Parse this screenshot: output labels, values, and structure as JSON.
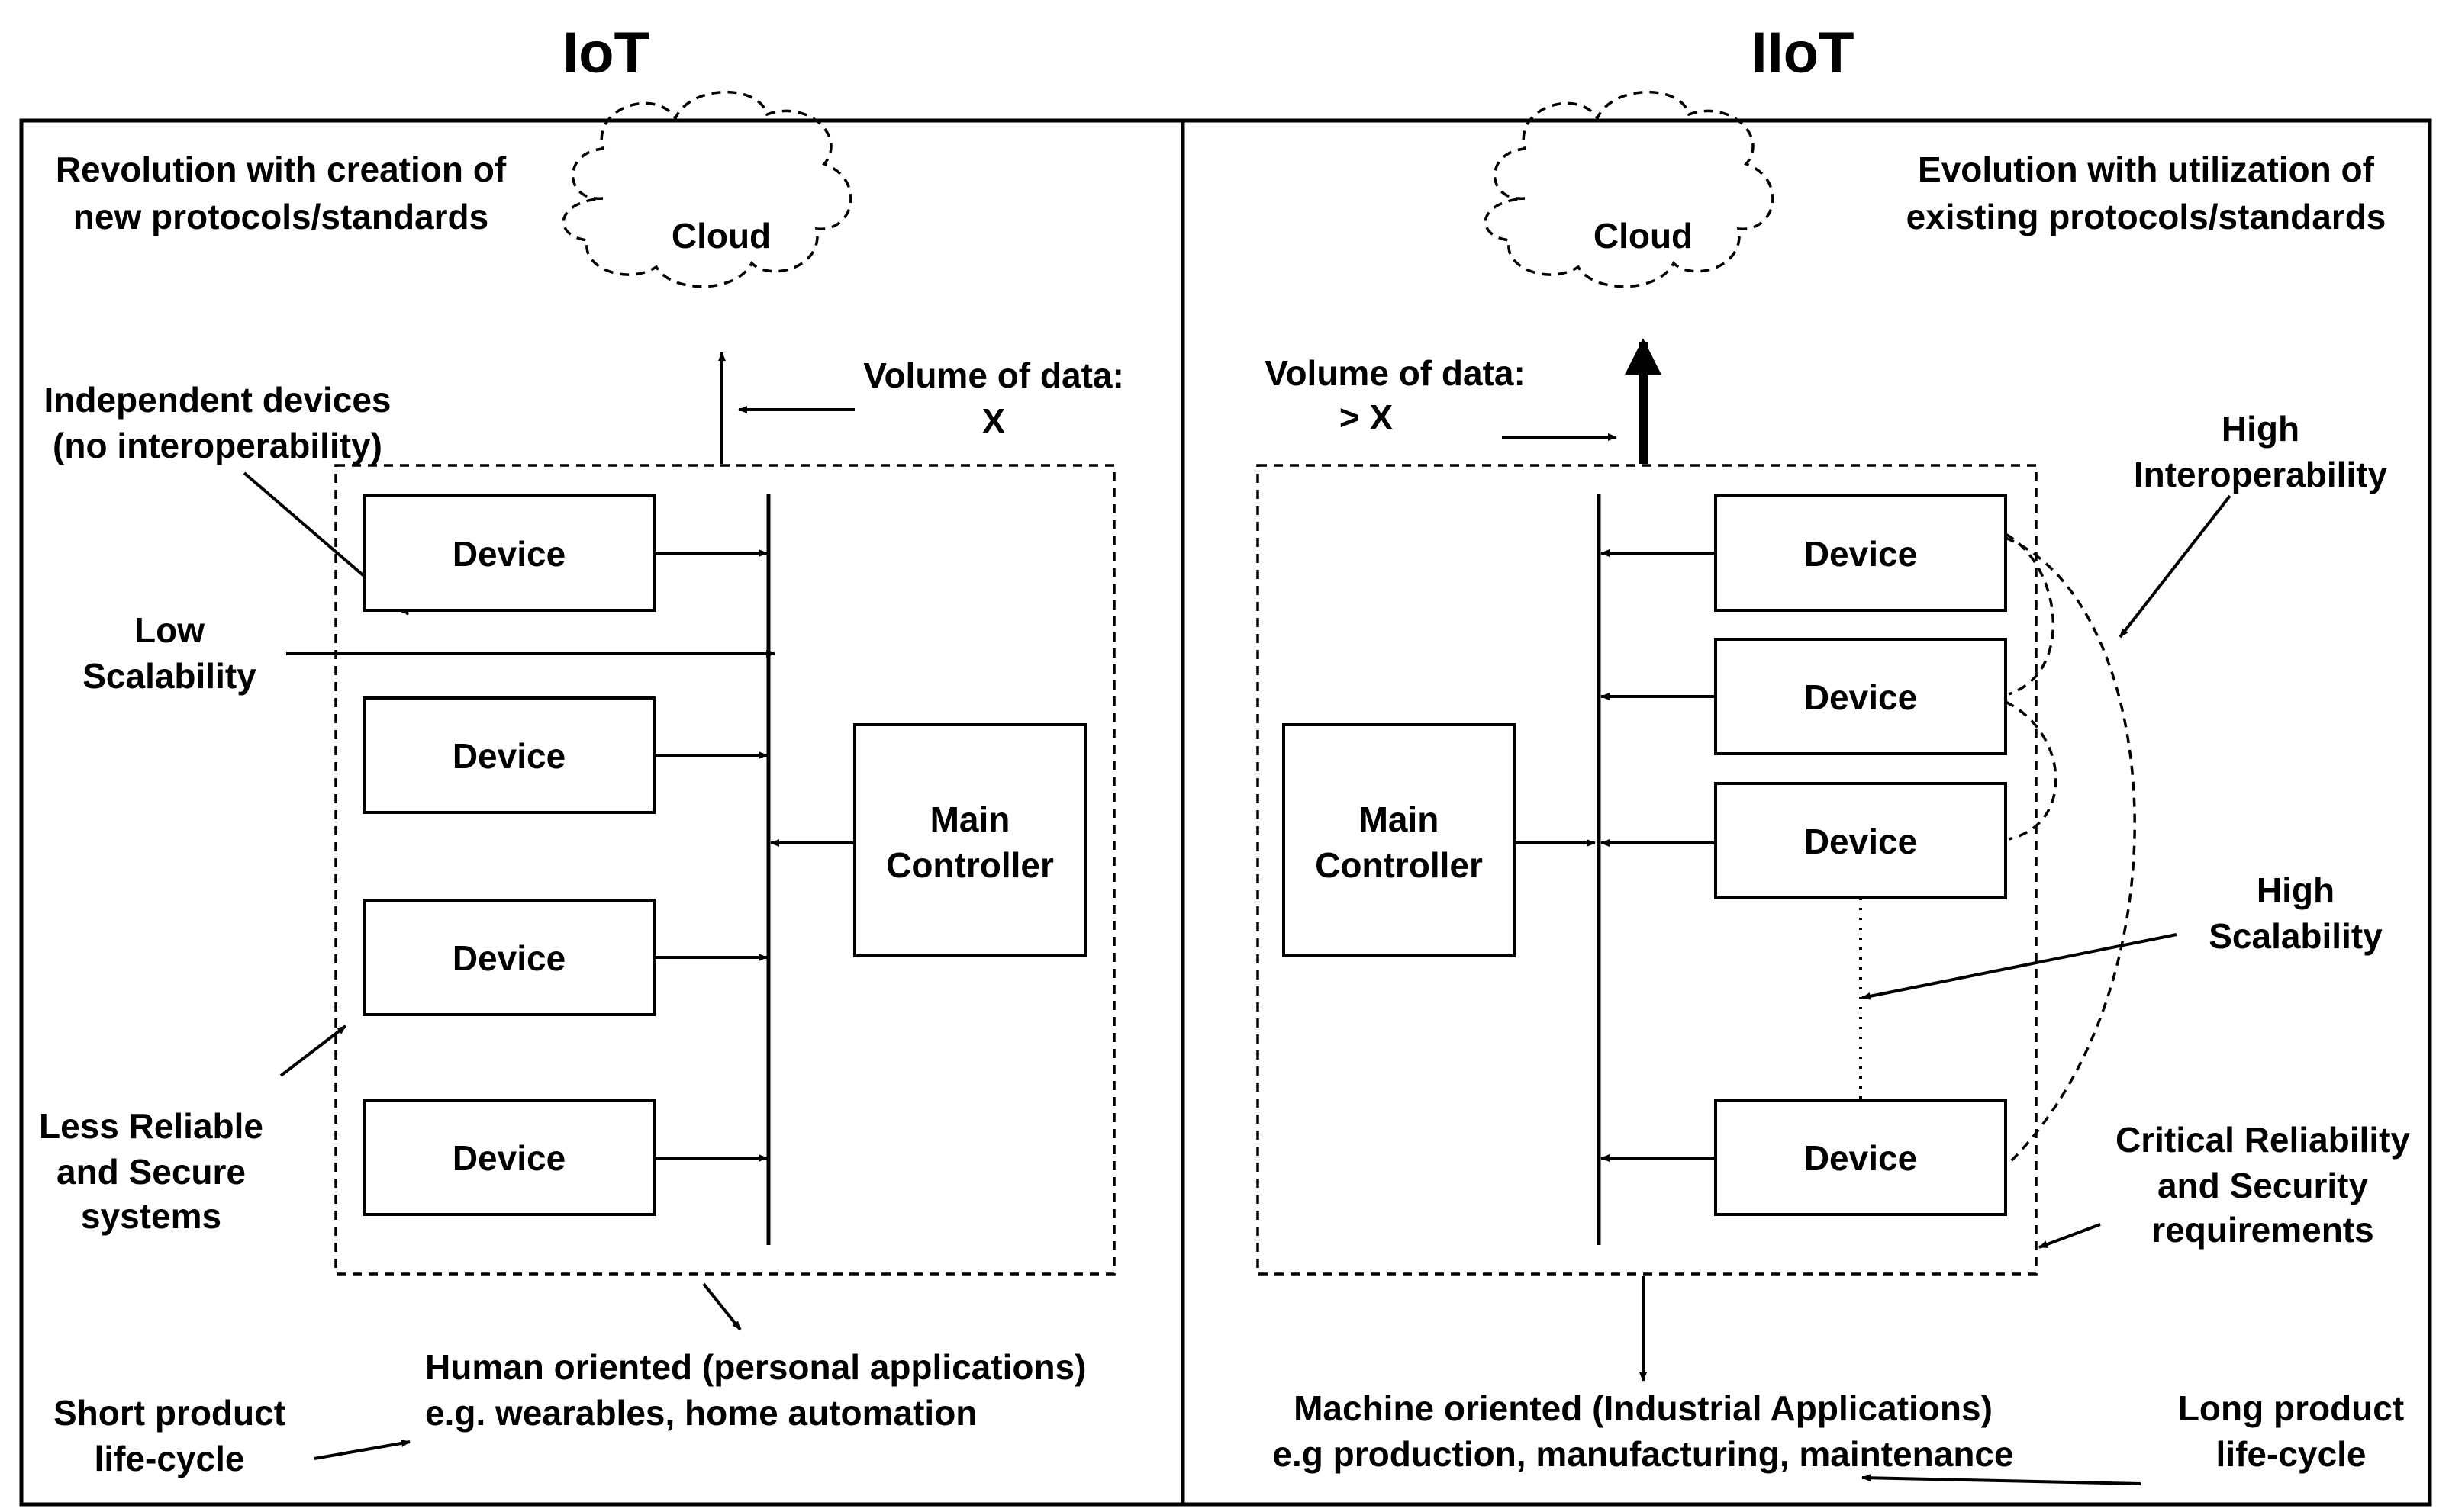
{
  "iot": {
    "title": "IoT",
    "cloud": "Cloud",
    "revolution_line1": "Revolution with creation of",
    "revolution_line2": "new protocols/standards",
    "volume_line1": "Volume of data:",
    "volume_line2": "X",
    "independent_line1": "Independent devices",
    "independent_line2": "(no interoperability)",
    "low_scal_line1": "Low",
    "low_scal_line2": "Scalability",
    "devices": [
      "Device",
      "Device",
      "Device",
      "Device"
    ],
    "controller_line1": "Main",
    "controller_line2": "Controller",
    "reliable_line1": "Less Reliable",
    "reliable_line2": "and Secure",
    "reliable_line3": "systems",
    "human_line1": "Human oriented (personal applications)",
    "human_line2": "e.g. wearables, home automation",
    "short_line1": "Short product",
    "short_line2": "life-cycle"
  },
  "iiot": {
    "title": "IIoT",
    "cloud": "Cloud",
    "evolution_line1": "Evolution with utilization of",
    "evolution_line2": "existing protocols/standards",
    "volume_line1": "Volume of data:",
    "volume_line2": "> X",
    "high_interop_line1": "High",
    "high_interop_line2": "Interoperability",
    "devices": [
      "Device",
      "Device",
      "Device",
      "Device"
    ],
    "controller_line1": "Main",
    "controller_line2": "Controller",
    "high_scal_line1": "High",
    "high_scal_line2": "Scalability",
    "critical_line1": "Critical Reliability",
    "critical_line2": "and Security",
    "critical_line3": "requirements",
    "machine_line1": "Machine oriented (Industrial Applications)",
    "machine_line2": "e.g production, manufacturing, maintenance",
    "long_line1": "Long product",
    "long_line2": "life-cycle"
  }
}
